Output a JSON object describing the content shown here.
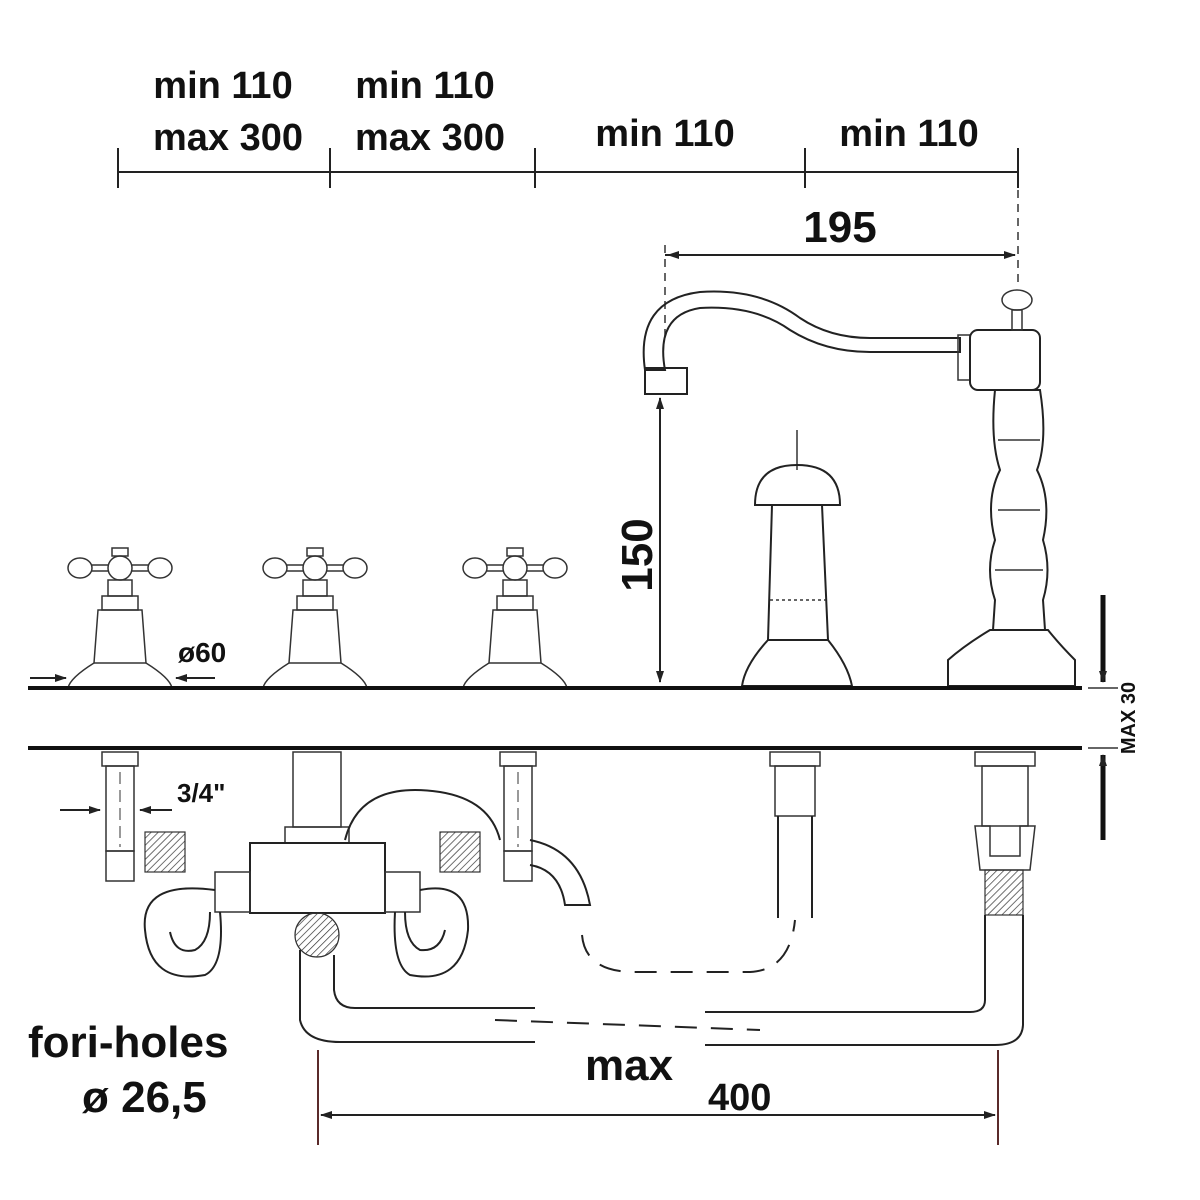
{
  "dimensions": {
    "spacing_1": {
      "min": "min 110",
      "max": "max 300"
    },
    "spacing_2": {
      "min": "min 110",
      "max": "max 300"
    },
    "spacing_3": {
      "min": "min 110"
    },
    "spacing_4": {
      "min": "min 110"
    },
    "spout_reach": "195",
    "spout_height": "150",
    "handle_base_diameter": "ø60",
    "thread_size": "3/4\"",
    "deck_thickness": "MAX 30",
    "hose_length_label": "max",
    "hose_length_value": "400"
  },
  "notes": {
    "holes_label": "fori-holes",
    "holes_diameter": "ø 26,5"
  }
}
